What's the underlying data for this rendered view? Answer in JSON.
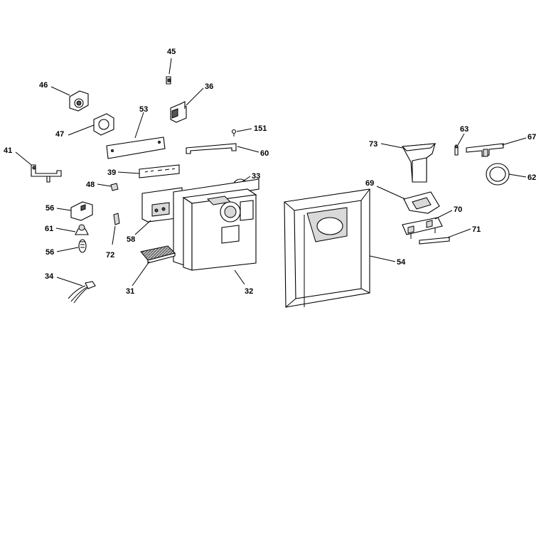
{
  "callouts": {
    "c45": "45",
    "c46": "46",
    "c36": "36",
    "c53": "53",
    "c47": "47",
    "c151": "151",
    "c41": "41",
    "c60": "60",
    "c39": "39",
    "c33": "33",
    "c48": "48",
    "c56a": "56",
    "c61": "61",
    "c58": "58",
    "c72": "72",
    "c56b": "56",
    "c34": "34",
    "c31": "31",
    "c32": "32",
    "c54": "54",
    "c73": "73",
    "c63": "63",
    "c67": "67",
    "c62": "62",
    "c69": "69",
    "c70": "70",
    "c71": "71"
  }
}
